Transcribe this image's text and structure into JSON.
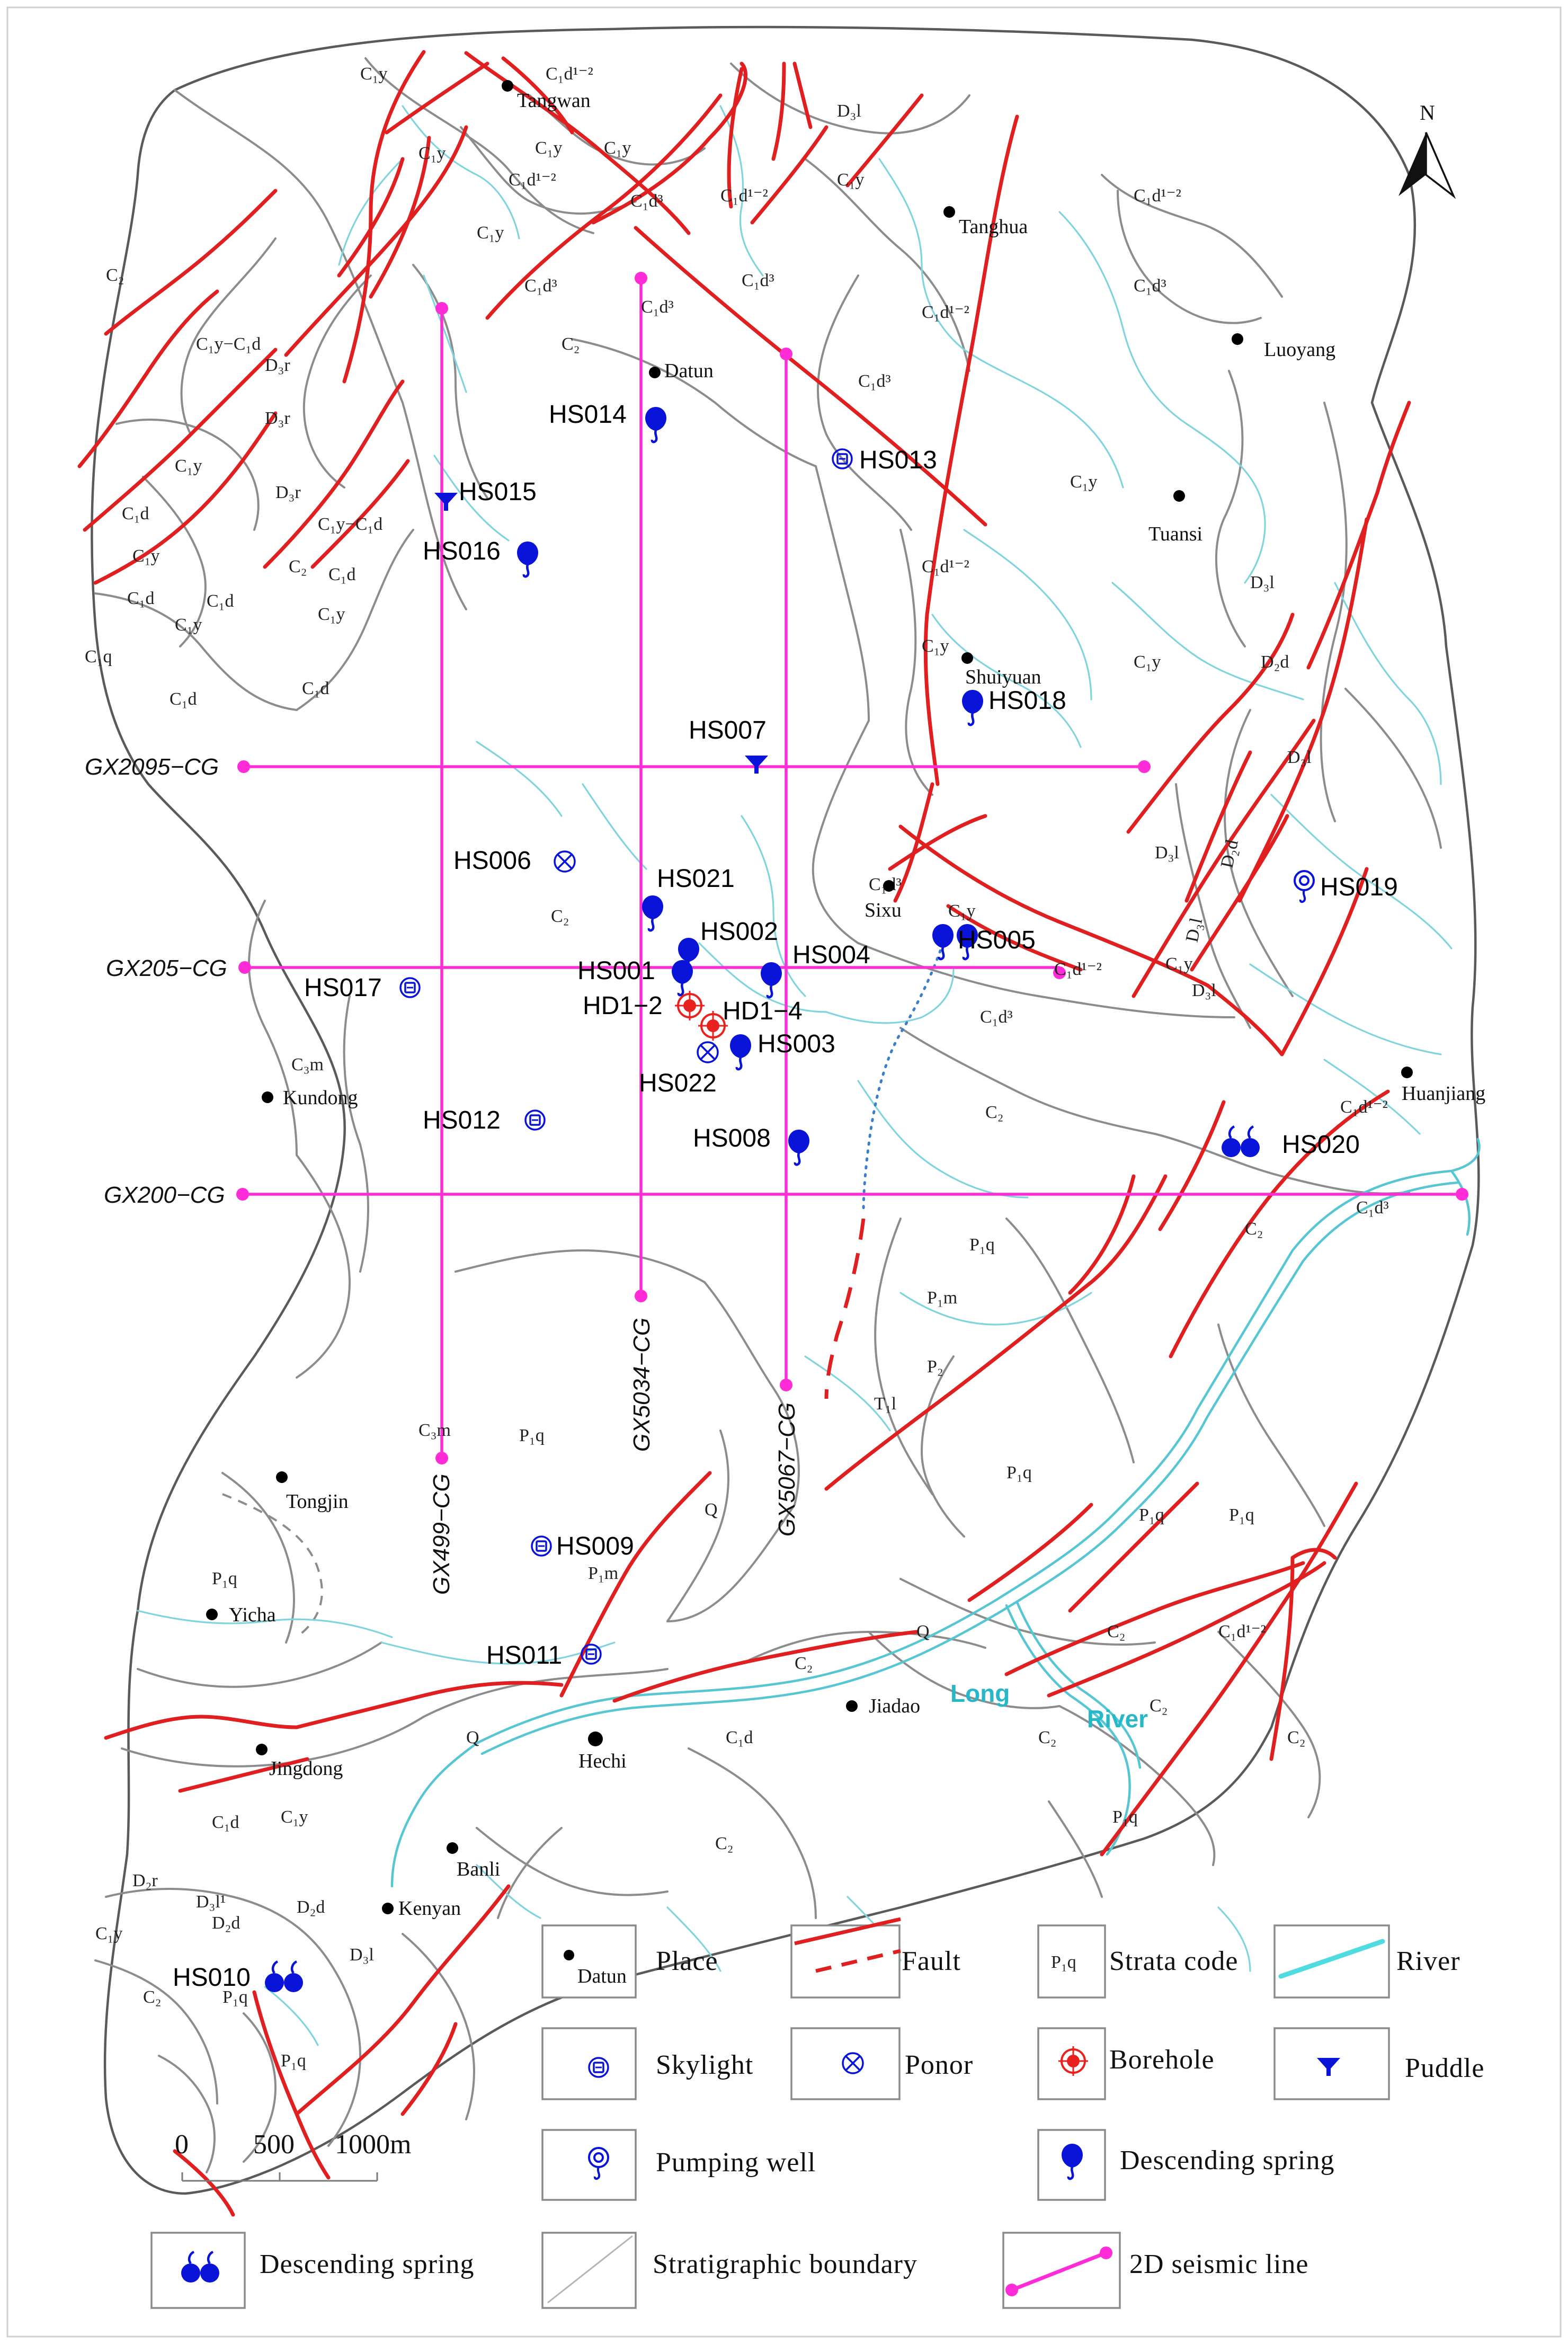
{
  "north": {
    "label": "N"
  },
  "places": [
    {
      "id": "tangwan",
      "name": "Tangwan"
    },
    {
      "id": "tanghua",
      "name": "Tanghua"
    },
    {
      "id": "luoyang",
      "name": "Luoyang"
    },
    {
      "id": "datun",
      "name": "Datun"
    },
    {
      "id": "tuansi",
      "name": "Tuansi"
    },
    {
      "id": "shuiyuan",
      "name": "Shuiyuan"
    },
    {
      "id": "sixu",
      "name": "Sixu"
    },
    {
      "id": "huanjiang",
      "name": "Huanjiang"
    },
    {
      "id": "kundong",
      "name": "Kundong"
    },
    {
      "id": "tongjin",
      "name": "Tongjin"
    },
    {
      "id": "yicha",
      "name": "Yicha"
    },
    {
      "id": "jiadao",
      "name": "Jiadao"
    },
    {
      "id": "hechi",
      "name": "Hechi"
    },
    {
      "id": "jingdong",
      "name": "Jingdong"
    },
    {
      "id": "banli",
      "name": "Banli"
    },
    {
      "id": "kenyan",
      "name": "Kenyan"
    }
  ],
  "features": {
    "HS013": "HS013",
    "HS014": "HS014",
    "HS015": "HS015",
    "HS016": "HS016",
    "HS018": "HS018",
    "HS007": "HS007",
    "HS006": "HS006",
    "HS021": "HS021",
    "HS019": "HS019",
    "HS002": "HS002",
    "HS004": "HS004",
    "HS005": "HS005",
    "HS001": "HS001",
    "HS017": "HS017",
    "HD1_2": "HD1−2",
    "HD1_4": "HD1−4",
    "HS003": "HS003",
    "HS022": "HS022",
    "HS012": "HS012",
    "HS008": "HS008",
    "HS020": "HS020",
    "HS009": "HS009",
    "HS011": "HS011",
    "HS010": "HS010"
  },
  "seismic_lines": {
    "GX2095": "GX2095−CG",
    "GX205": "GX205−CG",
    "GX200": "GX200−CG",
    "GX499": "GX499−CG",
    "GX5034": "GX5034−CG",
    "GX5067": "GX5067−CG"
  },
  "river": {
    "word1": "Long",
    "word2": "River"
  },
  "strata": {
    "C1y": "C₁y",
    "C1d12": "C₁d¹⁻²",
    "C1d3": "C₁d³",
    "C2": "C₂",
    "D3l": "D₃l",
    "D3r": "D₃r",
    "D2d": "D₂d",
    "C1yC1d": "C₁y−C₁d",
    "C1d": "C₁d",
    "C3m": "C₃m",
    "P1q": "P₁q",
    "P1m": "P₁m",
    "P2": "P₂",
    "T1l": "T₁l",
    "Q": "Q",
    "D3l1": "D₃l¹",
    "C1q": "C₁q",
    "D2r": "D₂r"
  },
  "legend": {
    "place_sample": "Datun",
    "place": "Place",
    "fault": "Fault",
    "strata_sample": "P₁q",
    "strata_code": "Strata code",
    "river": "River",
    "skylight": "Skylight",
    "ponor": "Ponor",
    "borehole": "Borehole",
    "puddle": "Puddle",
    "pumping_well": "Pumping well",
    "descending_spring": "Descending spring",
    "descending_spring_2": "Descending spring",
    "stratigraphic_boundary": "Stratigraphic boundary",
    "seismic_line": "2D seismic line"
  },
  "scale": {
    "t0": "0",
    "t1": "500",
    "t2": "1000m"
  },
  "colors": {
    "fault": "#e02020",
    "seismic": "#ff2cd7",
    "river": "#56c6d2",
    "symbol": "#0a14d8",
    "borehole": "#e8231f"
  }
}
